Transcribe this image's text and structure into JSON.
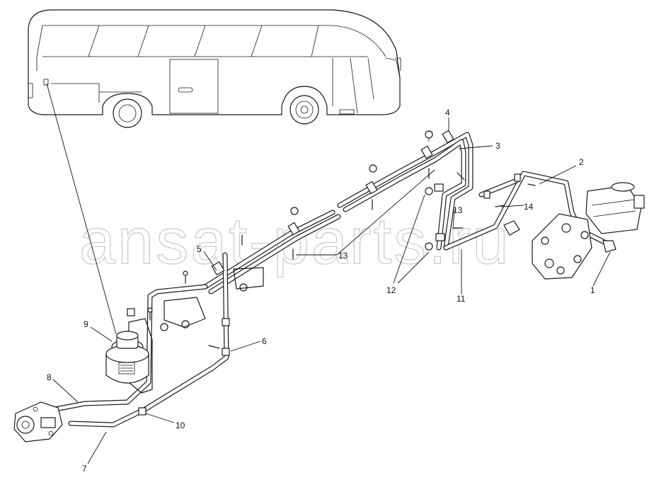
{
  "watermark": "ansat-parts.ru",
  "callouts": [
    {
      "label": "1"
    },
    {
      "label": "2"
    },
    {
      "label": "3"
    },
    {
      "label": "4"
    },
    {
      "label": "5"
    },
    {
      "label": "6"
    },
    {
      "label": "7"
    },
    {
      "label": "8"
    },
    {
      "label": "9"
    },
    {
      "label": "10"
    },
    {
      "label": "11"
    },
    {
      "label": "12"
    },
    {
      "label": "13"
    },
    {
      "label": "13"
    },
    {
      "label": "14"
    }
  ]
}
